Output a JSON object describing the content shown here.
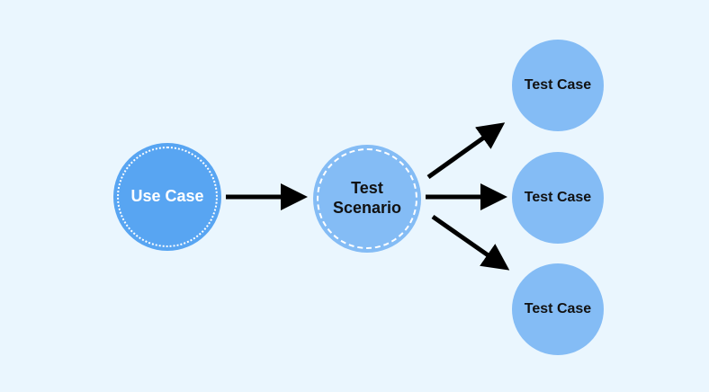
{
  "diagram": {
    "background_color": "#eaf6fe",
    "arrow_color": "#000000",
    "nodes": {
      "use_case": {
        "label": "Use Case",
        "fill_color": "#58a5f2",
        "ring_style": "dotted"
      },
      "test_scenario": {
        "label": "Test\nScenario",
        "fill_color": "#84bcf5",
        "ring_style": "dashed"
      },
      "test_cases": [
        {
          "label": "Test Case",
          "fill_color": "#84bcf5"
        },
        {
          "label": "Test Case",
          "fill_color": "#84bcf5"
        },
        {
          "label": "Test Case",
          "fill_color": "#84bcf5"
        }
      ]
    },
    "edges": [
      {
        "from": "use_case",
        "to": "test_scenario"
      },
      {
        "from": "test_scenario",
        "to": "test_case_1"
      },
      {
        "from": "test_scenario",
        "to": "test_case_2"
      },
      {
        "from": "test_scenario",
        "to": "test_case_3"
      }
    ]
  }
}
